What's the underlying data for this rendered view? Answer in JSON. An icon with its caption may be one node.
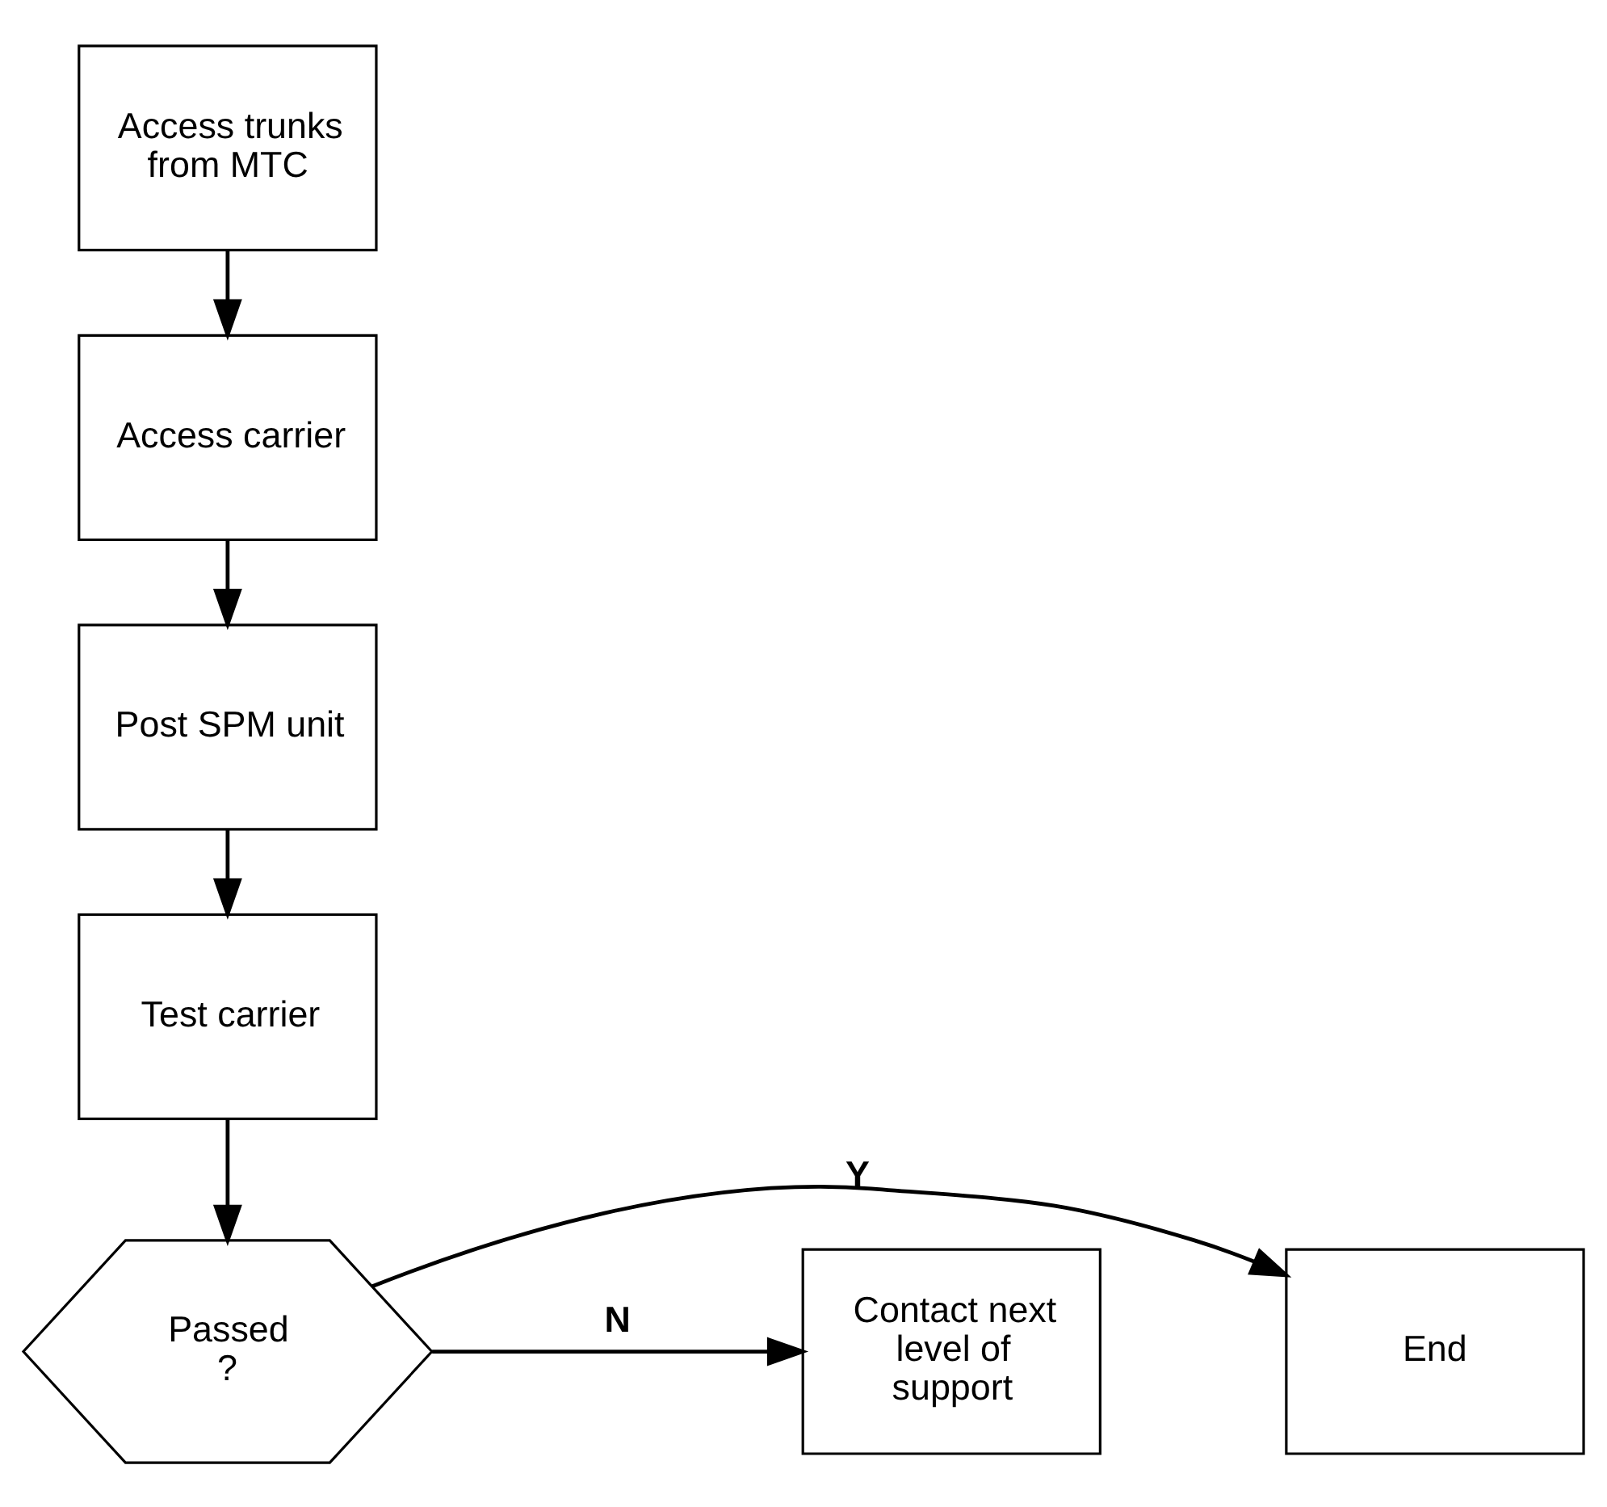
{
  "diagram": {
    "nodes": [
      {
        "text": [
          "Access trunks from MTC"
        ]
      },
      {
        "text": [
          "Access carrier"
        ]
      },
      {
        "text": [
          "Post SPM unit"
        ]
      },
      {
        "text": [
          "Test carrier"
        ]
      },
      {
        "text": [
          "Passed ?"
        ]
      },
      {
        "text": [
          "End"
        ]
      },
      {
        "text": [
          "Contact next level of support"
        ]
      }
    ],
    "edges": [
      {
        "from": 0,
        "to": 1,
        "arrow": "to"
      },
      {
        "from": 1,
        "to": 2,
        "arrow": "to"
      },
      {
        "from": 2,
        "to": 3,
        "arrow": "to"
      },
      {
        "from": 3,
        "to": 4,
        "arrow": "to"
      },
      {
        "from": 4,
        "to": 5,
        "arrow": "to",
        "label": "Y"
      },
      {
        "from": 4,
        "to": 6,
        "arrow": "to",
        "label": "N"
      }
    ]
  }
}
